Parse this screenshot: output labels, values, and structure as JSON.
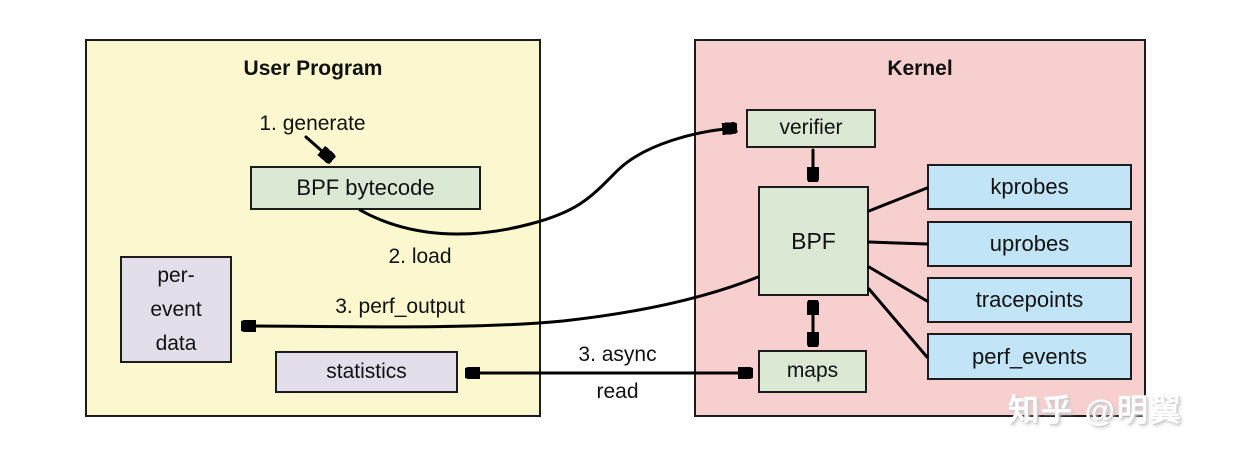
{
  "watermark": {
    "text": "知乎 @明翼"
  },
  "panels": {
    "user_program": {
      "title": "User Program",
      "fill": "#FBF8CF"
    },
    "kernel": {
      "title": "Kernel",
      "fill": "#F7CFCE"
    }
  },
  "nodes": {
    "bpf_bytecode": {
      "label": "BPF bytecode",
      "fill": "#DAE8D4"
    },
    "per_event_data": {
      "label": "per-\nevent\ndata",
      "fill": "#E3DEEA"
    },
    "statistics": {
      "label": "statistics",
      "fill": "#E3DEEA"
    },
    "verifier": {
      "label": "verifier",
      "fill": "#DAE8D4"
    },
    "bpf": {
      "label": "BPF",
      "fill": "#DAE8D4"
    },
    "maps": {
      "label": "maps",
      "fill": "#DAE8D4"
    },
    "kprobes": {
      "label": "kprobes",
      "fill": "#C1E5F6"
    },
    "uprobes": {
      "label": "uprobes",
      "fill": "#C1E5F6"
    },
    "tracepoints": {
      "label": "tracepoints",
      "fill": "#C1E5F6"
    },
    "perf_events": {
      "label": "perf_events",
      "fill": "#C1E5F6"
    }
  },
  "annotations": {
    "generate": {
      "label": "1. generate"
    },
    "load": {
      "label": "2. load"
    },
    "perf_output": {
      "label": "3. perf_output"
    },
    "async_read": {
      "label": "3. async\nread"
    }
  },
  "colors": {
    "background": "#ffffff",
    "border": "#1c1c1c",
    "arrow": "#000000",
    "text": "#111111"
  }
}
